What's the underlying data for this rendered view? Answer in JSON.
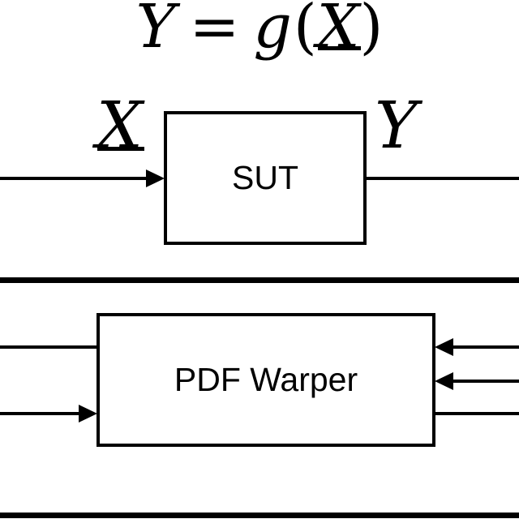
{
  "colors": {
    "ink": "#000000",
    "background": "#ffffff"
  },
  "title_formula": {
    "lhs": "Y",
    "equals": "=",
    "function": "g",
    "open_paren": "(",
    "argument": "X",
    "close_paren": ")"
  },
  "sut_section": {
    "box_label": "SUT",
    "input_label": "X",
    "output_label": "Y"
  },
  "warper_section": {
    "box_label": "PDF Warper"
  },
  "icons": {
    "arrowhead_right": "solid triangle pointing right (css shape)",
    "arrowhead_left": "solid triangle pointing left (css shape)"
  }
}
